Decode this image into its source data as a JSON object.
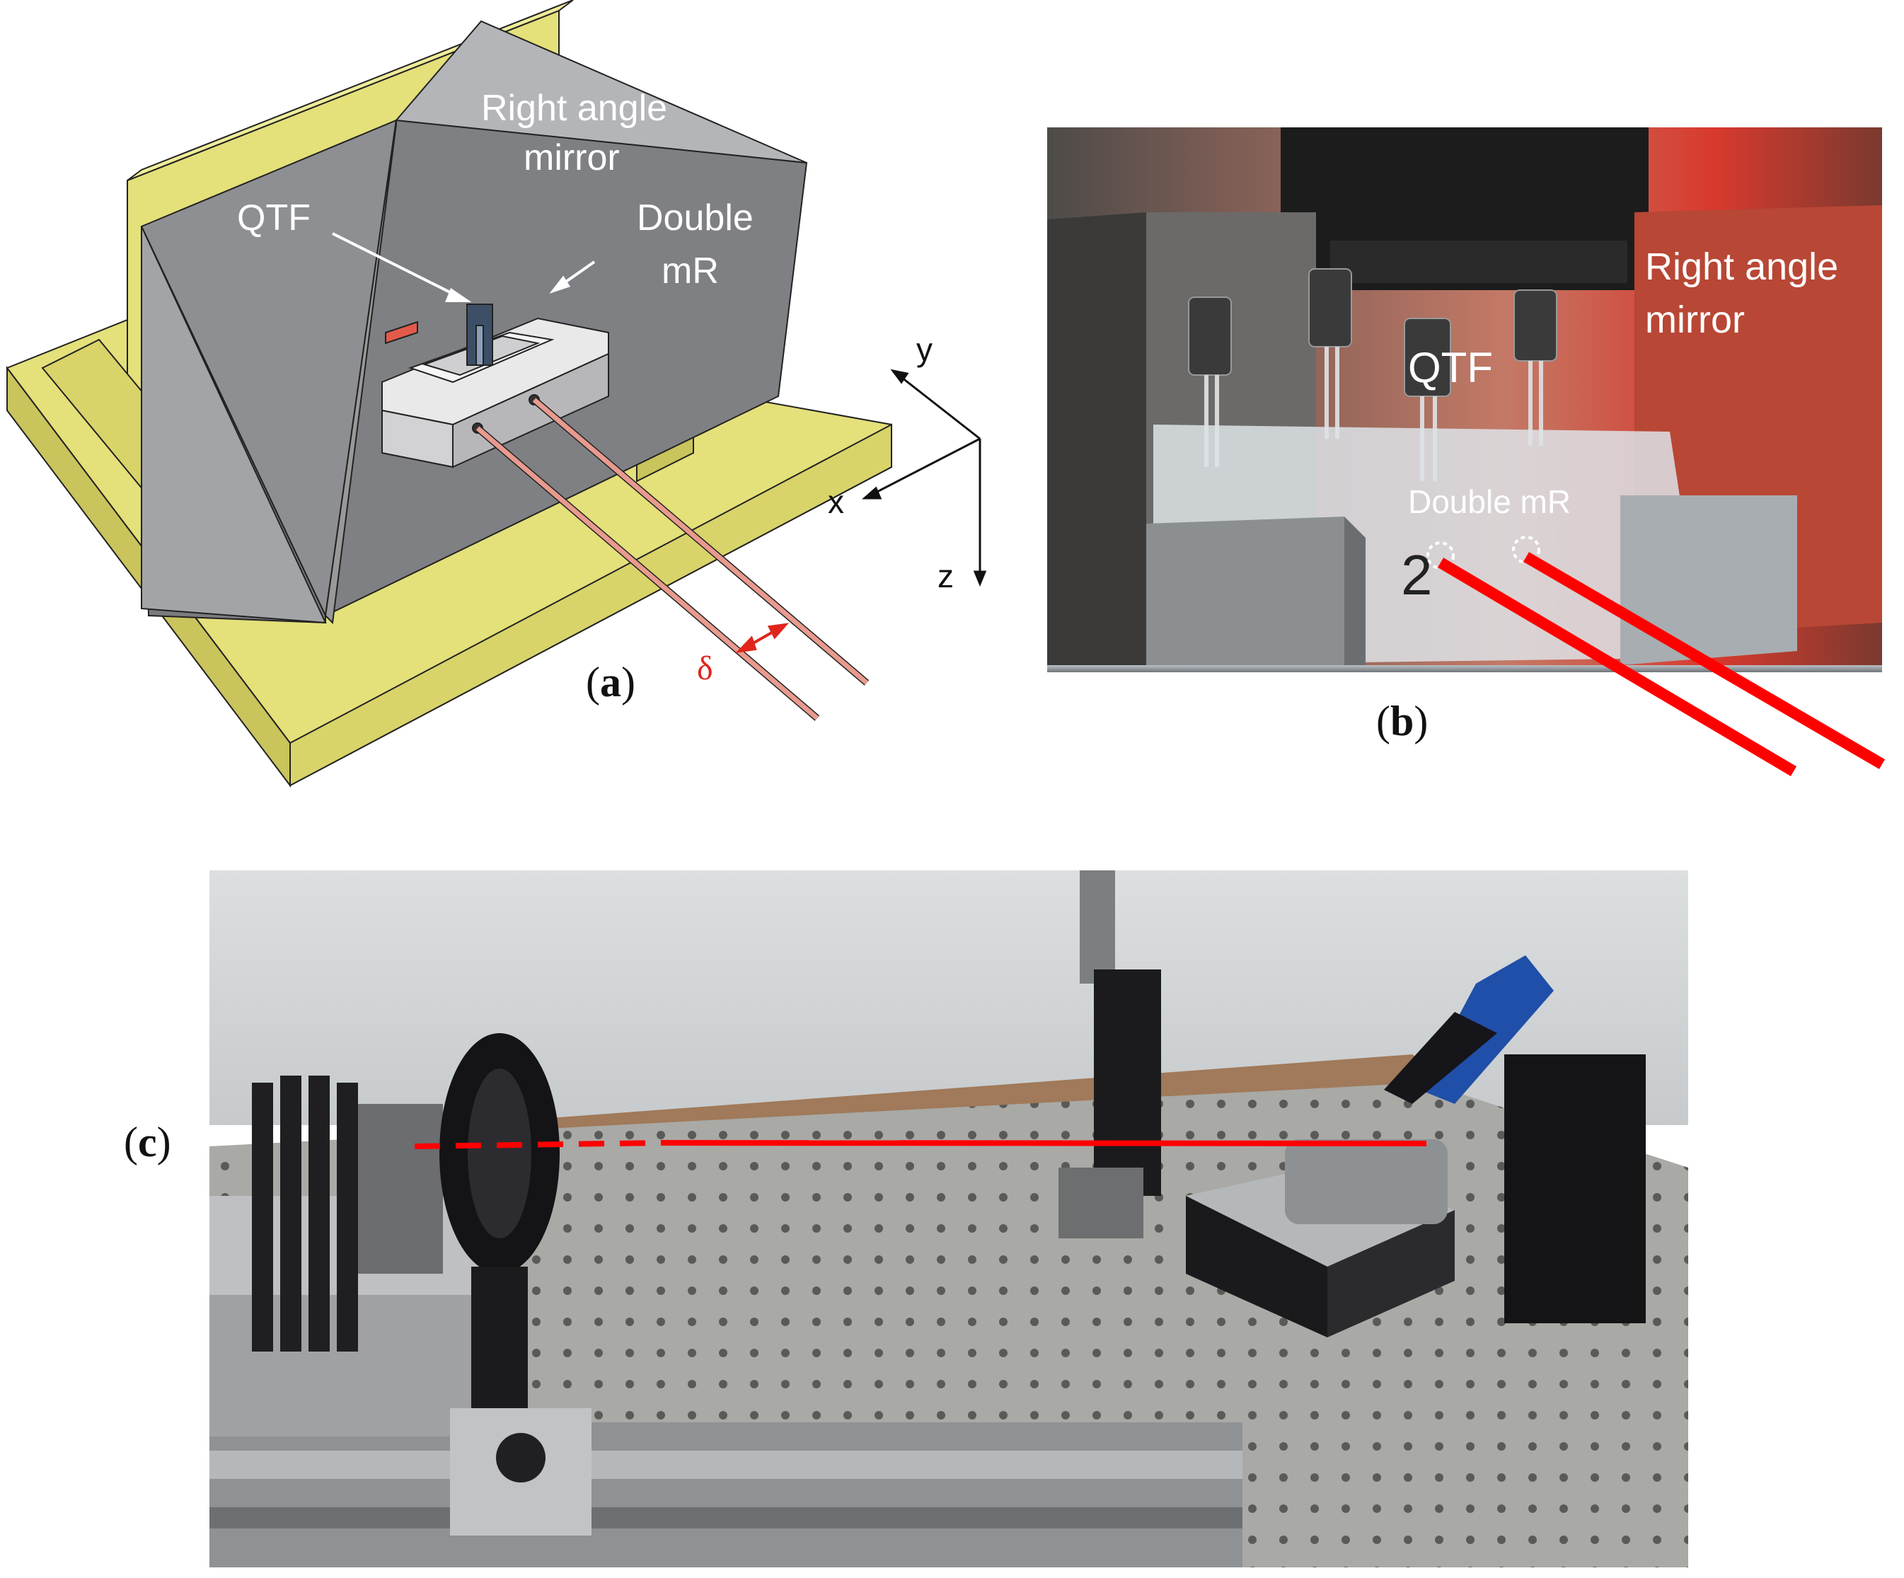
{
  "panel_a": {
    "label": "a",
    "mirror_label_line1": "Right angle",
    "mirror_label_line2": "mirror",
    "qtf_label": "QTF",
    "double_label_line1": "Double",
    "double_label_line2": "mR",
    "axis_y": "y",
    "axis_x": "x",
    "axis_z": "z",
    "delta": "δ",
    "colors": {
      "base": "#e4e07a",
      "base_dark": "#c9c45c",
      "mirror": "#8e8f92",
      "mirror_light": "#b4b5b8",
      "beam": "#e89a8e",
      "delta": "#e0261c"
    }
  },
  "panel_b": {
    "label": "b",
    "qtf_label": "QTF",
    "mirror_label_line1": "Right angle",
    "mirror_label_line2": "mirror",
    "double_label": "Double mR",
    "colors": {
      "beam": "#ff0000"
    }
  },
  "panel_c": {
    "label": "c",
    "colors": {
      "beam": "#ff0000",
      "table": "#a9a9a6"
    }
  }
}
